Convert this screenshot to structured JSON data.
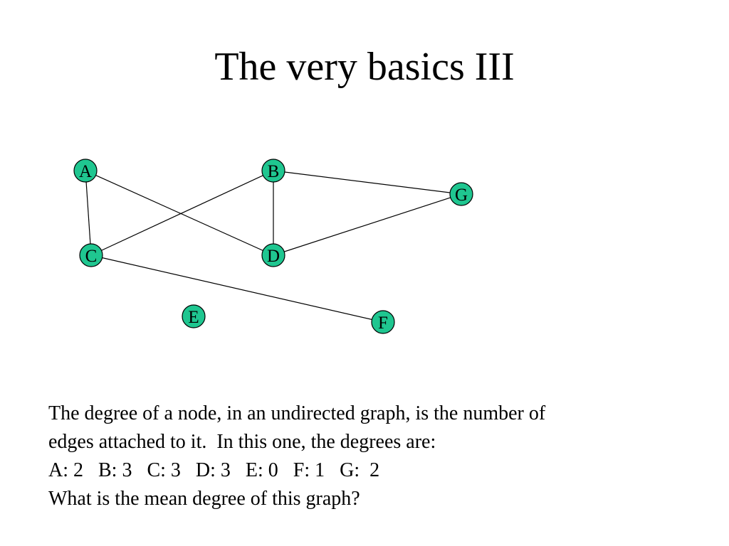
{
  "slide": {
    "title": "The very basics III"
  },
  "graph": {
    "node_color": "#1FC690",
    "node_stroke": "#000000",
    "edge_color": "#000000",
    "nodes": [
      {
        "id": "A",
        "label": "A"
      },
      {
        "id": "B",
        "label": "B"
      },
      {
        "id": "G",
        "label": "G"
      },
      {
        "id": "C",
        "label": "C"
      },
      {
        "id": "D",
        "label": "D"
      },
      {
        "id": "E",
        "label": "E"
      },
      {
        "id": "F",
        "label": "F"
      }
    ],
    "edges": [
      {
        "from": "A",
        "to": "C"
      },
      {
        "from": "A",
        "to": "D"
      },
      {
        "from": "B",
        "to": "C"
      },
      {
        "from": "B",
        "to": "D"
      },
      {
        "from": "B",
        "to": "G"
      },
      {
        "from": "D",
        "to": "G"
      },
      {
        "from": "C",
        "to": "F"
      }
    ]
  },
  "body": {
    "lines": [
      "The degree of a node, in an undirected graph, is the number of",
      "edges attached to it.  In this one, the degrees are:",
      "A: 2   B: 3   C: 3   D: 3   E: 0   F: 1   G:  2",
      "What is the mean degree of this graph?"
    ]
  }
}
